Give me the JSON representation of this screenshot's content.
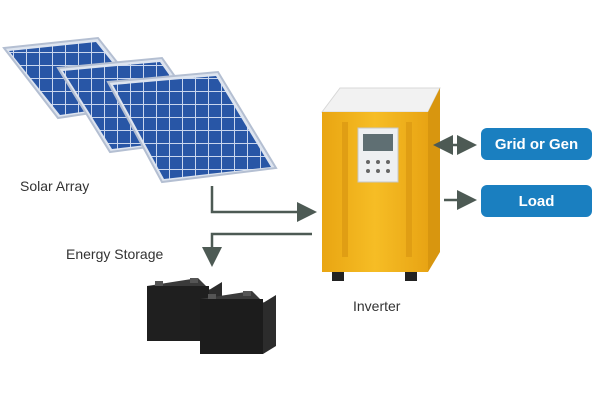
{
  "labels": {
    "solar_array": "Solar Array",
    "energy_storage": "Energy Storage",
    "inverter": "Inverter"
  },
  "outputs": {
    "grid_or_gen": "Grid or Gen",
    "load": "Load"
  },
  "colors": {
    "button_blue": "#1a7fc0",
    "inverter_yellow": "#f2b21a",
    "panel_blue": "#2856a6",
    "battery_dark": "#1f1f1f",
    "arrow_gray": "#4d5a54"
  },
  "icons": {
    "solar_panels": "solar-panel-icon",
    "inverter": "inverter-cabinet-icon",
    "batteries": "battery-icon"
  }
}
